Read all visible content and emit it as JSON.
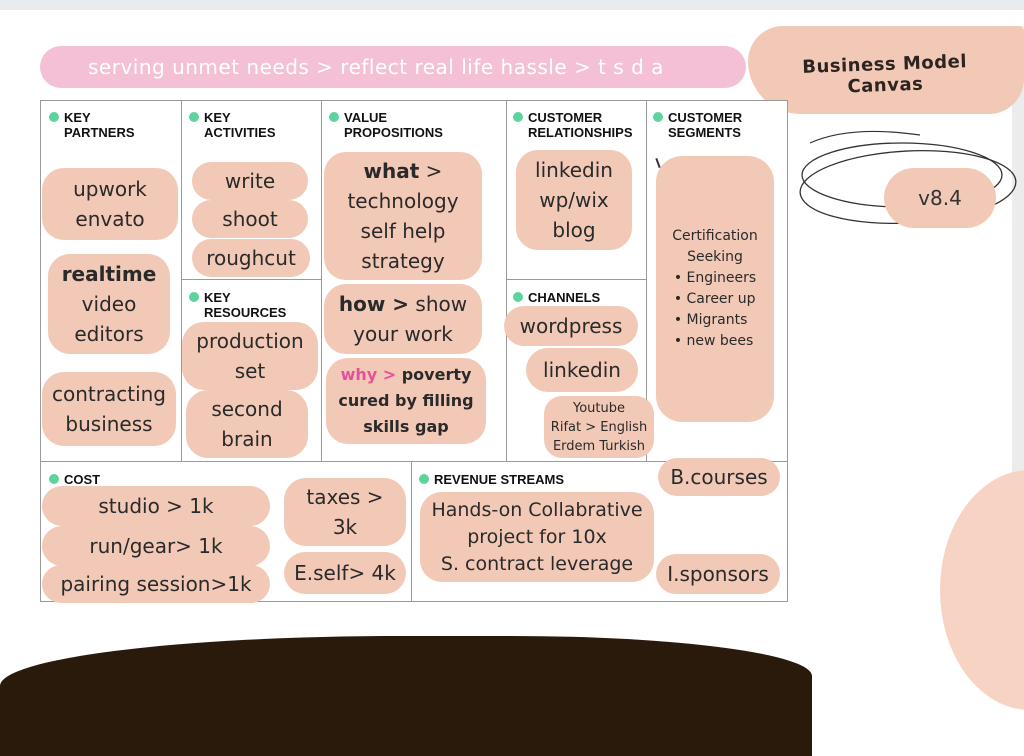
{
  "banner": {
    "text": "serving unmet needs > reflect real life hassle > t s d a"
  },
  "title": {
    "line1": "Business Model",
    "line2": "Canvas"
  },
  "version": "v8.4",
  "sections": {
    "key_partners": "KEY\nPARTNERS",
    "key_activities": "KEY\nACTIVITIES",
    "value_propositions": "VALUE\nPROPOSITIONS",
    "customer_relationships": "CUSTOMER\nRELATIONSHIPS",
    "customer_segments": "CUSTOMER\nSEGMENTS",
    "key_resources": "KEY\nRESOURCES",
    "channels": "CHANNELS",
    "cost": "COST",
    "revenue_streams": "REVENUE STREAMS"
  },
  "key_partners": {
    "chip1": "upwork\nenvato",
    "chip2_bold": "realtime",
    "chip2_rest": "video\neditors",
    "chip3": "contracting\nbusiness"
  },
  "key_activities": {
    "write": "write",
    "shoot": "shoot",
    "roughcut": "roughcut"
  },
  "key_resources": {
    "production": "production\nset",
    "brain": "second\nbrain"
  },
  "value_propositions": {
    "what_label": "what",
    "what_text": " >\ntechnology\nself help\nstrategy",
    "how_label": "how >",
    "how_text": " show\nyour work",
    "why_label": "why >",
    "why_text": " poverty\ncured by filling\nskills gap"
  },
  "customer_relationships": {
    "chip": "linkedin\nwp/wix\nblog"
  },
  "channels": {
    "wordpress": "wordpress",
    "linkedin": "linkedin",
    "youtube": "Youtube\nRifat > English\nErdem Turkish"
  },
  "customer_segments": {
    "header": "Certification\nSeeking",
    "items": [
      "• Engineers",
      "• Career up",
      "• Migrants",
      "• new bees"
    ]
  },
  "cost": {
    "studio": "studio > 1k",
    "gear": "run/gear> 1k",
    "pairing": "pairing session>1k",
    "taxes": "taxes >\n3k",
    "eself": "E.self> 4k"
  },
  "revenue": {
    "hands_on": "Hands-on Collabrative\nproject for 10x\nS. contract leverage",
    "courses": "B.courses",
    "sponsors": "I.sponsors"
  },
  "colors": {
    "chip": "#f2c9b6",
    "banner": "#f4c0d6",
    "dot": "#5dd39e",
    "accent_pink": "#e84f9a"
  }
}
